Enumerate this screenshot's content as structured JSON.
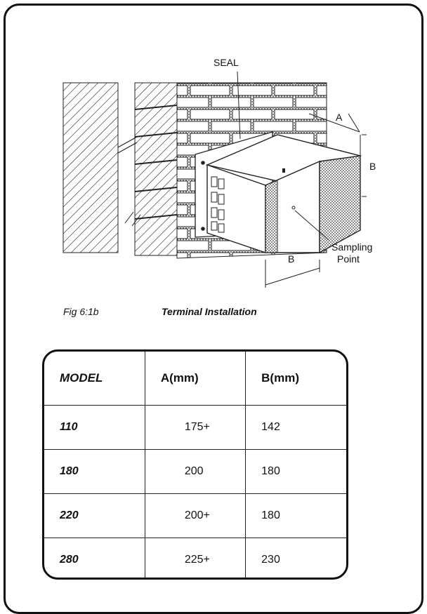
{
  "figure": {
    "labels": {
      "seal": "SEAL",
      "a": "A",
      "b_right": "B",
      "b_bottom": "B",
      "sampling_line1": "Sampling",
      "sampling_line2": "Point"
    }
  },
  "caption": {
    "fig_number": "Fig 6:1b",
    "title": "Terminal Installation"
  },
  "table": {
    "headers": [
      "MODEL",
      "A(mm)",
      "B(mm)"
    ],
    "rows": [
      {
        "model": "110",
        "a": "175+",
        "b": "142"
      },
      {
        "model": "180",
        "a": "200",
        "b": "180"
      },
      {
        "model": "220",
        "a": "200+",
        "b": "180"
      },
      {
        "model": "280",
        "a": "225+",
        "b": "230"
      }
    ]
  }
}
